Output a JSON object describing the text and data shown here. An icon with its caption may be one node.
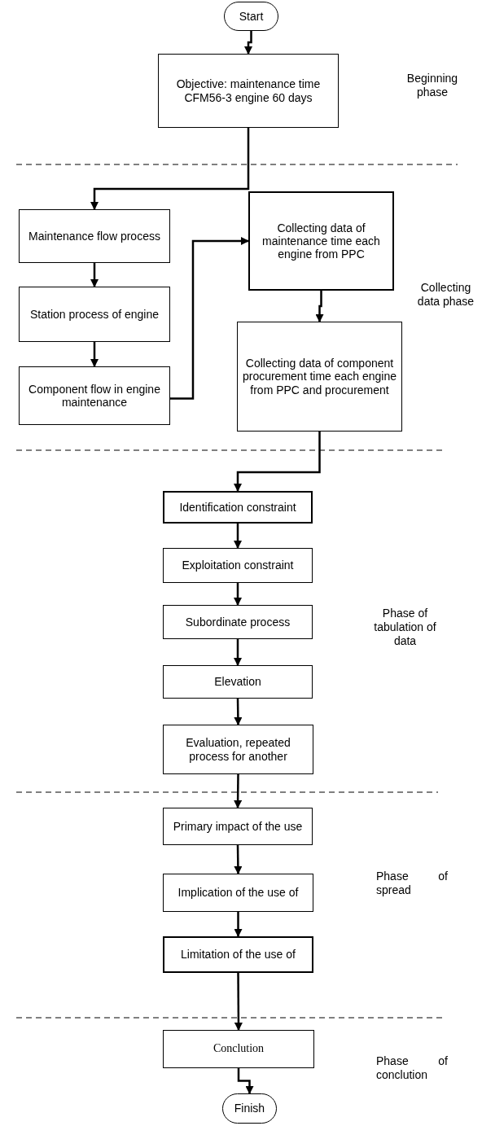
{
  "diagram": {
    "nodes": [
      {
        "text": [
          "Start"
        ]
      },
      {
        "text": [
          "Objective: maintenance time CFM56-3 engine 60 days"
        ]
      },
      {
        "text": [
          "Maintenance flow process"
        ]
      },
      {
        "text": [
          "Station process of engine"
        ]
      },
      {
        "text": [
          "Component flow in engine maintenance"
        ]
      },
      {
        "text": [
          "Collecting data of maintenance time each engine from PPC"
        ]
      },
      {
        "text": [
          "Collecting data of component procurement time each engine from PPC and procurement"
        ]
      },
      {
        "text": [
          "Identification constraint"
        ]
      },
      {
        "text": [
          "Exploitation constraint"
        ]
      },
      {
        "text": [
          "Subordinate process"
        ]
      },
      {
        "text": [
          "Elevation"
        ]
      },
      {
        "text": [
          "Evaluation, repeated process for another"
        ]
      },
      {
        "text": [
          "Primary impact of the use"
        ]
      },
      {
        "text": [
          "Implication of the use of"
        ]
      },
      {
        "text": [
          "Limitation of the use of"
        ]
      },
      {
        "text": [
          "Conclution"
        ]
      },
      {
        "text": [
          "Finish"
        ]
      }
    ],
    "edges": [
      {
        "from": 0,
        "to": 1,
        "arrow": "to"
      },
      {
        "from": 1,
        "to": 2,
        "arrow": "to"
      },
      {
        "from": 2,
        "to": 3,
        "arrow": "to"
      },
      {
        "from": 3,
        "to": 4,
        "arrow": "to"
      },
      {
        "from": 4,
        "to": 5,
        "arrow": "to"
      },
      {
        "from": 5,
        "to": 6,
        "arrow": "to"
      },
      {
        "from": 6,
        "to": 7,
        "arrow": "to"
      },
      {
        "from": 7,
        "to": 8,
        "arrow": "to"
      },
      {
        "from": 8,
        "to": 9,
        "arrow": "to"
      },
      {
        "from": 9,
        "to": 10,
        "arrow": "to"
      },
      {
        "from": 10,
        "to": 11,
        "arrow": "to"
      },
      {
        "from": 11,
        "to": 12,
        "arrow": "to"
      },
      {
        "from": 12,
        "to": 13,
        "arrow": "to"
      },
      {
        "from": 13,
        "to": 14,
        "arrow": "to"
      },
      {
        "from": 14,
        "to": 15,
        "arrow": "to"
      },
      {
        "from": 15,
        "to": 16,
        "arrow": "to"
      }
    ],
    "labels": [
      "Beginning phase",
      "Collecting data phase",
      "Phase of tabulation of data",
      "Phase of spread",
      "Phase of conclution"
    ]
  }
}
